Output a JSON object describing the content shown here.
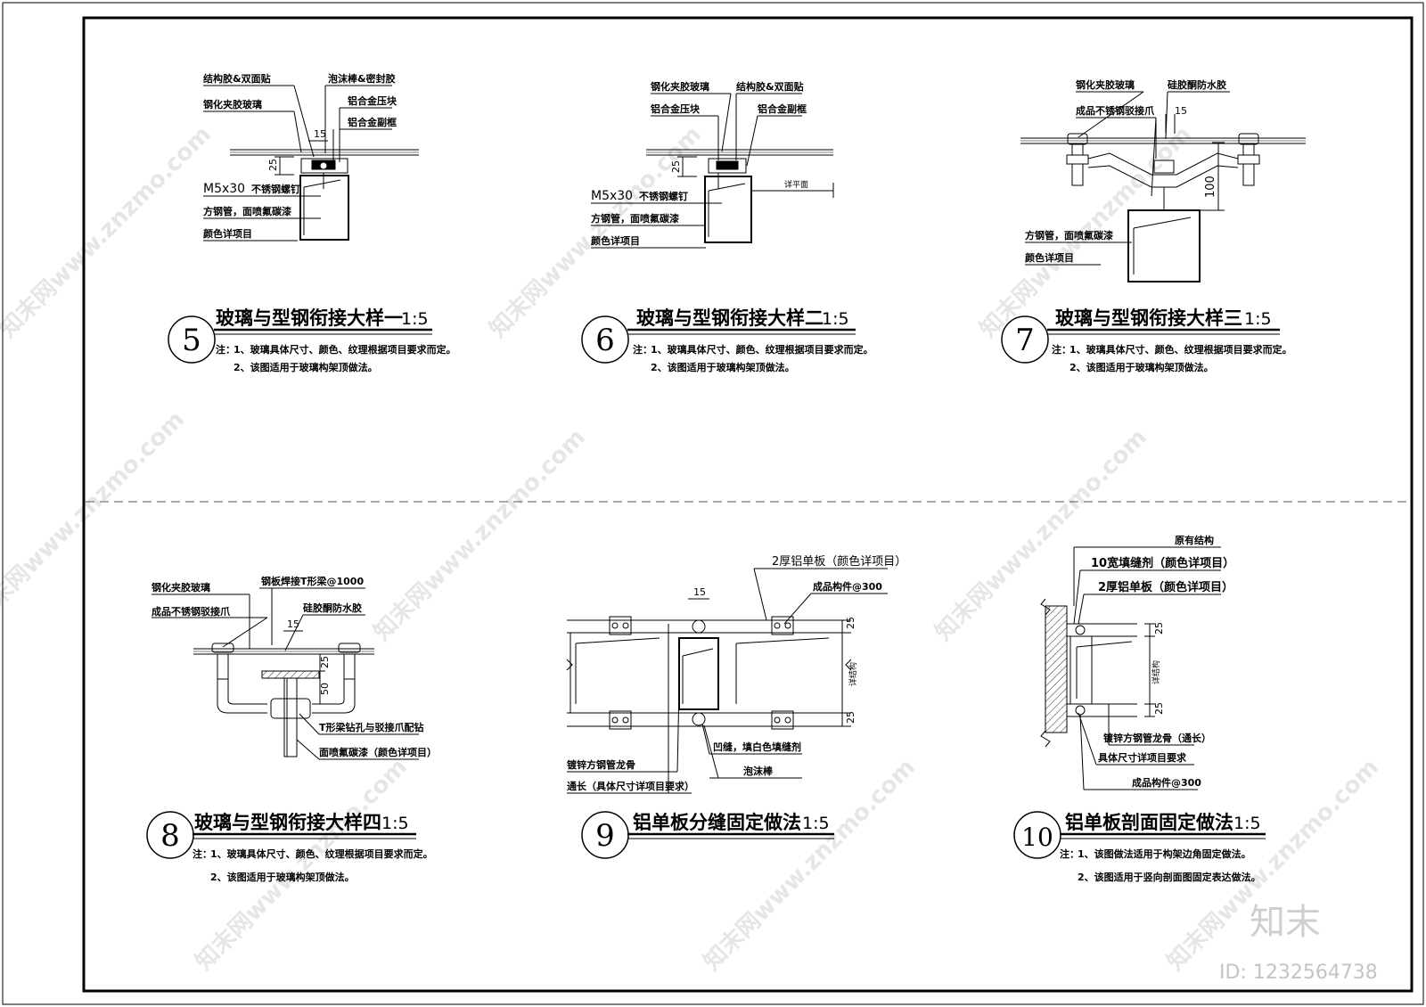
{
  "sheet": {
    "line_color": "#000000",
    "watermark_color": "#e6e6e6"
  },
  "details": [
    {
      "number": "5",
      "title": "玻璃与型钢衔接大样一",
      "scale": "1:5",
      "note_prefix": "注：",
      "notes": [
        "1、玻璃具体尺寸、颜色、纹理根据项目要求而定。",
        "2、该图适用于玻璃构架顶做法。"
      ],
      "labels": [
        "结构胶&双面贴",
        "钢化夹胶玻璃",
        "泡沫棒&密封胶",
        "铝合金压块",
        "铝合金副框",
        "M5x30",
        "不锈钢螺钉",
        "方钢管，面喷氟碳漆",
        "颜色详项目"
      ],
      "dimensions": [
        "15",
        "25"
      ]
    },
    {
      "number": "6",
      "title": "玻璃与型钢衔接大样二",
      "scale": "1:5",
      "note_prefix": "注：",
      "notes": [
        "1、玻璃具体尺寸、颜色、纹理根据项目要求而定。",
        "2、该图适用于玻璃构架顶做法。"
      ],
      "labels": [
        "钢化夹胶玻璃",
        "结构胶&双面贴",
        "铝合金压块",
        "铝合金副框",
        "M5x30",
        "不锈钢螺钉",
        "方钢管，面喷氟碳漆",
        "颜色详项目",
        "详平面"
      ],
      "dimensions": [
        "25"
      ]
    },
    {
      "number": "7",
      "title": "玻璃与型钢衔接大样三",
      "scale": "1:5",
      "note_prefix": "注：",
      "notes": [
        "1、玻璃具体尺寸、颜色、纹理根据项目要求而定。",
        "2、该图适用于玻璃构架顶做法。"
      ],
      "labels": [
        "钢化夹胶玻璃",
        "硅胶酮防水胶",
        "成品不锈钢驳接爪",
        "方钢管，面喷氟碳漆",
        "颜色详项目"
      ],
      "dimensions": [
        "15",
        "100"
      ]
    },
    {
      "number": "8",
      "title": "玻璃与型钢衔接大样四",
      "scale": "1:5",
      "note_prefix": "注：",
      "notes": [
        "1、玻璃具体尺寸、颜色、纹理根据项目要求而定。",
        "2、该图适用于玻璃构架顶做法。"
      ],
      "labels": [
        "钢化夹胶玻璃",
        "钢板焊接T形梁@1000",
        "硅胶酮防水胶",
        "成品不锈钢驳接爪",
        "T形梁钻孔与驳接爪配钻",
        "面喷氟碳漆（颜色详项目）"
      ],
      "dimensions": [
        "15",
        "25",
        "50"
      ]
    },
    {
      "number": "9",
      "title": "铝单板分缝固定做法",
      "scale": "1:5",
      "note_prefix": "",
      "notes": [],
      "labels": [
        "2厚铝单板（颜色详项目）",
        "成品构件@300",
        "镀锌方钢管龙骨",
        "凹缝，填白色填缝剂",
        "泡沫棒",
        "通长（具体尺寸详项目要求）",
        "详结构"
      ],
      "dimensions": [
        "15",
        "25",
        "25"
      ]
    },
    {
      "number": "10",
      "title": "铝单板剖面固定做法",
      "scale": "1:5",
      "note_prefix": "注：",
      "notes": [
        "1、该图做法适用于构架边角固定做法。",
        "2、该图适用于竖向剖面图固定表达做法。"
      ],
      "labels": [
        "原有结构",
        "10宽填缝剂（颜色详项目）",
        "2厚铝单板（颜色详项目）",
        "镀锌方钢管龙骨（通长）",
        "具体尺寸详项目要求",
        "成品构件@300",
        "详结构"
      ],
      "dimensions": [
        "25",
        "25"
      ]
    }
  ],
  "watermark": {
    "text": "知末网www.znzmo.com",
    "brand": "知末",
    "id_label": "ID: 1232564738"
  }
}
